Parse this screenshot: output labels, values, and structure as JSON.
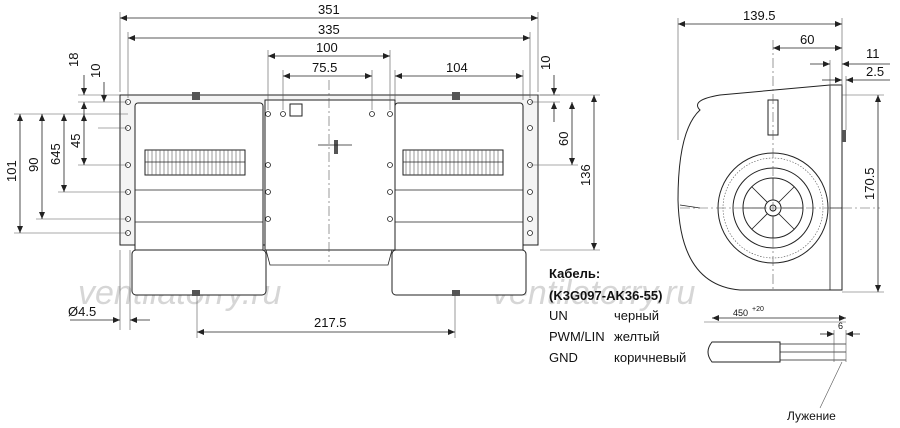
{
  "front_dims": {
    "total_width": "351",
    "mount_width": "335",
    "inner_100": "100",
    "inner_75_5": "75.5",
    "right_104": "104",
    "left_18": "18",
    "left_10": "10",
    "right_10": "10",
    "h_101": "101",
    "h_90": "90",
    "h_64_5": "645",
    "h_45": "45",
    "h_60": "60",
    "h_136": "136",
    "hole": "Ø4.5",
    "bottom_217_5": "217.5"
  },
  "side_dims": {
    "w_139_5": "139.5",
    "w_60": "60",
    "w_11": "11",
    "w_2_5": "2.5",
    "h_170_5": "170.5"
  },
  "cable": {
    "title": "Кабель:",
    "model": "(K3G097-AK36-55)",
    "wires": [
      {
        "name": "UN",
        "color": "черный"
      },
      {
        "name": "PWM/LIN",
        "color": "желтый"
      },
      {
        "name": "GND",
        "color": "коричневый"
      }
    ],
    "length": "450",
    "tolerance": "+20",
    "strip": "6",
    "note": "Лужение"
  },
  "watermark": [
    "ventilatorry.ru",
    "ventilatorry.ru"
  ]
}
